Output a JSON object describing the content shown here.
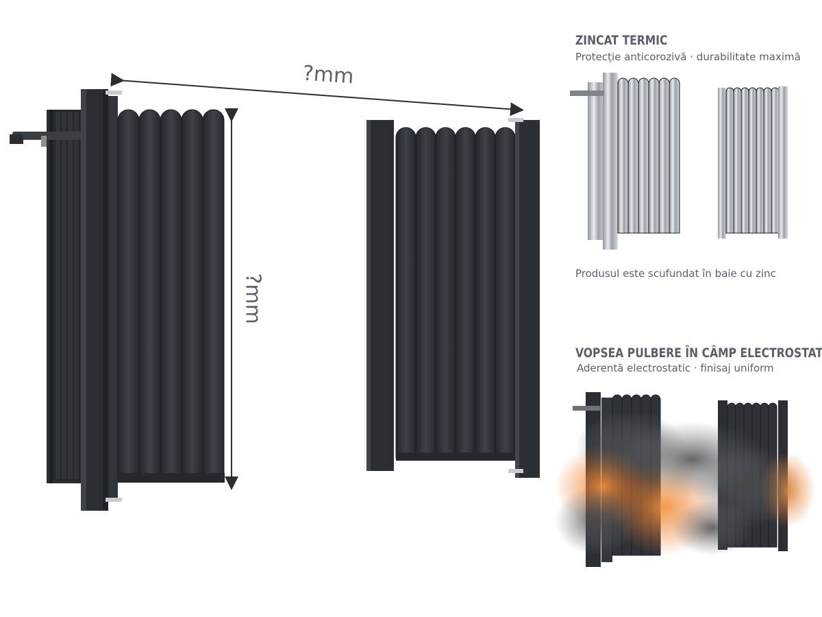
{
  "dimensions": {
    "width_label": "?mm",
    "height_label": "?mm"
  },
  "colors": {
    "gate_dark": "#2b2f33",
    "gate_mid": "#3a3f44",
    "gate_edge": "#1c1f22",
    "text": "#5a5f6b",
    "steel": "#c9ced3",
    "fire": "#e8742a"
  },
  "galvanized": {
    "title": "ZINCAT TERMIC",
    "subtitle": "Protecție anticorozivă · durabilitate maximă",
    "note": "Produsul este scufundat în baie cu zinc"
  },
  "powder": {
    "title": "VOPSEA PULBERE ÎN CÂMP ELECTROSTATIC",
    "subtitle": "Aderentă electrostatic · finisaj uniform"
  }
}
